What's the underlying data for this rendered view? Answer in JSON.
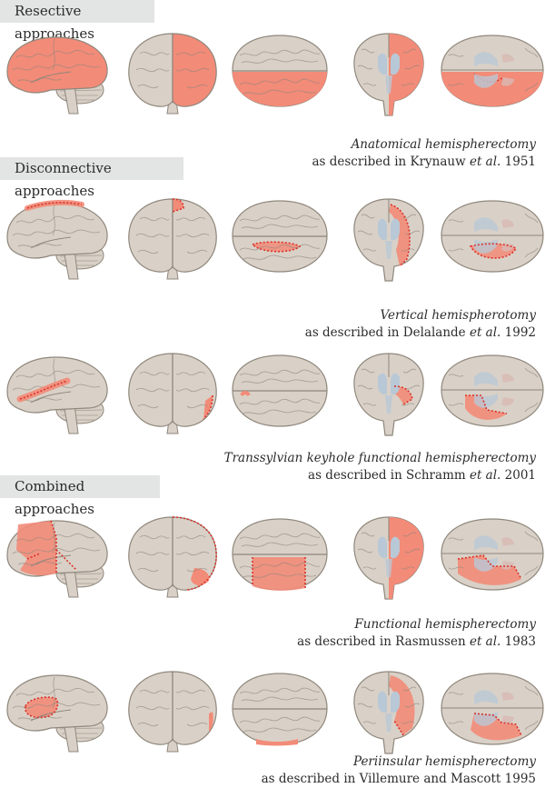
{
  "sections": {
    "resective": "Resective approaches",
    "disconnective": "Disconnective approaches",
    "combined": "Combined approaches"
  },
  "procedures": [
    {
      "name": "Anatomical hemispherectomy",
      "desc_prefix": "as described in Krynauw ",
      "desc_etal": "et al.",
      "desc_year": " 1951"
    },
    {
      "name": "Vertical hemispherotomy",
      "desc_prefix": "as described in Delalande ",
      "desc_etal": "et al.",
      "desc_year": " 1992"
    },
    {
      "name": "Transsylvian keyhole functional hemispherectomy",
      "desc_prefix": "as described in Schramm ",
      "desc_etal": "et al.",
      "desc_year": " 2001"
    },
    {
      "name": "Functional hemispherectomy",
      "desc_prefix": "as described in Rasmussen ",
      "desc_etal": "et al.",
      "desc_year": " 1983"
    },
    {
      "name": "Periinsular hemispherectomy",
      "desc_prefix": "as described in Villemure and Mascott 1995",
      "desc_etal": "",
      "desc_year": ""
    }
  ],
  "colors": {
    "tab_bg": "#e3e4e4",
    "brain_fill": "#d9d1c7",
    "brain_stroke": "#8f877c",
    "resected": "#f28b78",
    "disconnection_line": "#d9322a",
    "ventricle": "#b9c8d6"
  }
}
